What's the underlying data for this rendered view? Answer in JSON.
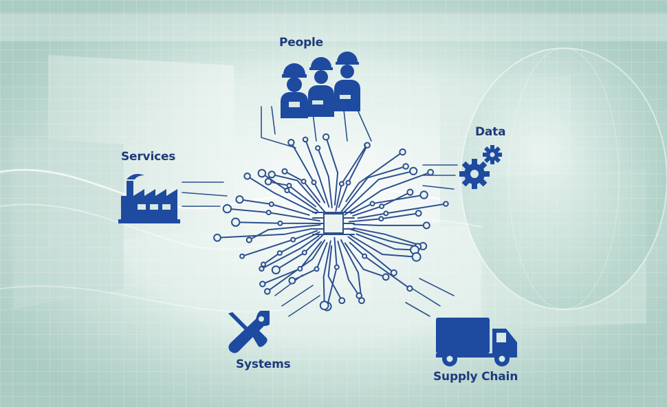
{
  "diagram": {
    "labels": {
      "people": "People",
      "data": "Data",
      "services": "Services",
      "systems": "Systems",
      "supply_chain": "Supply Chain"
    },
    "colors": {
      "ink": "#1f3a7a",
      "icon_blue": "#1e4aa0",
      "circuit": "#2c4f8e",
      "background": "#d6e9e4"
    },
    "icons": [
      "workers-icon",
      "gears-icon",
      "factory-icon",
      "wrench-screwdriver-icon",
      "truck-icon",
      "circuit-brain-icon"
    ]
  }
}
